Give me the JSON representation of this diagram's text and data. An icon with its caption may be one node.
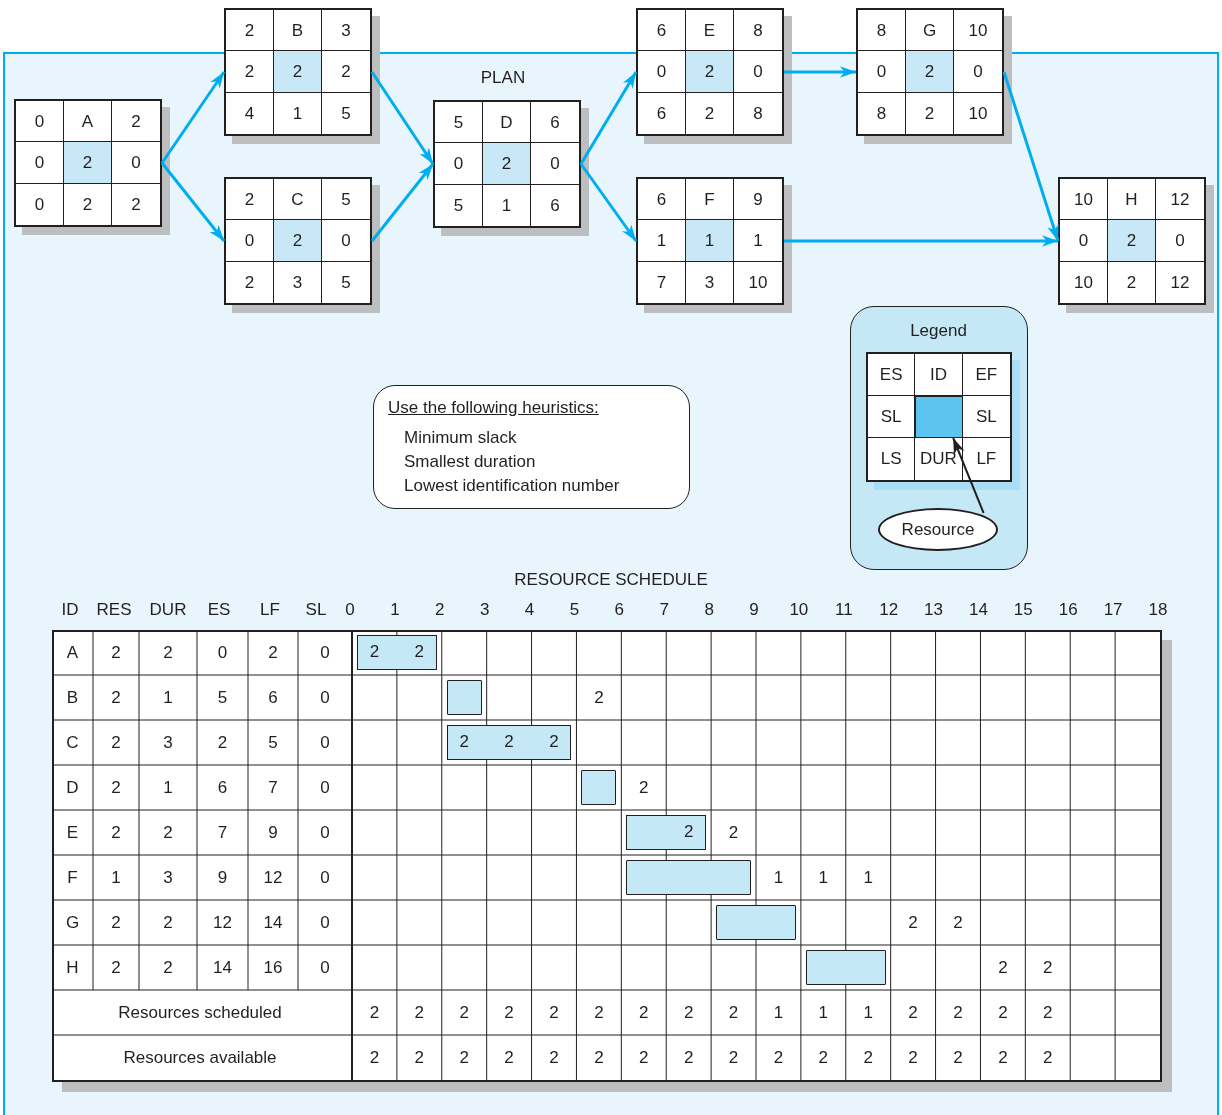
{
  "diagram": {
    "nodes": [
      {
        "text": [
          "0",
          "A",
          "2",
          "0",
          "2",
          "0",
          "0",
          "2",
          "2"
        ]
      },
      {
        "text": [
          "2",
          "B",
          "3",
          "2",
          "2",
          "2",
          "4",
          "1",
          "5"
        ]
      },
      {
        "text": [
          "2",
          "C",
          "5",
          "0",
          "2",
          "0",
          "2",
          "3",
          "5"
        ]
      },
      {
        "text": [
          "5",
          "D",
          "6",
          "0",
          "2",
          "0",
          "5",
          "1",
          "6"
        ]
      },
      {
        "text": [
          "6",
          "E",
          "8",
          "0",
          "2",
          "0",
          "6",
          "2",
          "8"
        ]
      },
      {
        "text": [
          "6",
          "F",
          "9",
          "1",
          "1",
          "1",
          "7",
          "3",
          "10"
        ]
      },
      {
        "text": [
          "8",
          "G",
          "10",
          "0",
          "2",
          "0",
          "8",
          "2",
          "10"
        ]
      },
      {
        "text": [
          "10",
          "H",
          "12",
          "0",
          "2",
          "0",
          "10",
          "2",
          "12"
        ]
      },
      {
        "text": [
          "Use the following heuristics:",
          "Minimum slack",
          "Smallest duration",
          "Lowest identification number"
        ]
      },
      {
        "text": [
          "Legend"
        ]
      },
      {
        "text": [
          "ES",
          "ID",
          "EF",
          "SL",
          "SL",
          "LS",
          "DUR",
          "LF"
        ],
        "in": 9
      },
      {
        "text": [],
        "shape": "box",
        "in": 10
      },
      {
        "text": [
          "Resource"
        ],
        "in": 9
      },
      {
        "text": [
          "2",
          "2"
        ]
      },
      {
        "text": [],
        "shape": "bar"
      },
      {
        "text": [
          "2",
          "2",
          "2"
        ]
      },
      {
        "text": [],
        "shape": "bar"
      },
      {
        "text": [
          "2"
        ]
      },
      {
        "text": [],
        "shape": "bar"
      },
      {
        "text": [],
        "shape": "bar"
      },
      {
        "text": [],
        "shape": "bar"
      }
    ],
    "edges": [
      {
        "from": 0,
        "to": 1,
        "arrow": "to"
      },
      {
        "from": 0,
        "to": 2,
        "arrow": "to"
      },
      {
        "from": 1,
        "to": 3,
        "arrow": "to"
      },
      {
        "from": 2,
        "to": 3,
        "arrow": "to"
      },
      {
        "from": 3,
        "to": 4,
        "arrow": "to"
      },
      {
        "from": 3,
        "to": 5,
        "arrow": "to"
      },
      {
        "from": 4,
        "to": 6,
        "arrow": "to"
      },
      {
        "from": 6,
        "to": 7,
        "arrow": "to"
      },
      {
        "from": 5,
        "to": 7,
        "arrow": "to"
      },
      {
        "from": 12,
        "to": 11,
        "arrow": "to",
        "color": "#231f20"
      }
    ],
    "labels": [
      "PLAN",
      "RESOURCE SCHEDULE",
      "ID",
      "RES",
      "DUR",
      "ES",
      "LF",
      "SL",
      "0",
      "1",
      "2",
      "3",
      "4",
      "5",
      "6",
      "7",
      "8",
      "9",
      "10",
      "11",
      "12",
      "13",
      "14",
      "15",
      "16",
      "17",
      "18",
      "A",
      "2",
      "2",
      "0",
      "2",
      "0",
      "B",
      "2",
      "1",
      "5",
      "6",
      "0",
      "2",
      "C",
      "2",
      "3",
      "2",
      "5",
      "0",
      "D",
      "2",
      "1",
      "6",
      "7",
      "0",
      "2",
      "E",
      "2",
      "2",
      "7",
      "9",
      "0",
      "2",
      "F",
      "1",
      "3",
      "9",
      "12",
      "0",
      "1",
      "1",
      "1",
      "G",
      "2",
      "2",
      "12",
      "14",
      "0",
      "2",
      "2",
      "H",
      "2",
      "2",
      "14",
      "16",
      "0",
      "2",
      "2",
      "Resources scheduled",
      "2",
      "2",
      "2",
      "2",
      "2",
      "2",
      "2",
      "2",
      "2",
      "1",
      "1",
      "1",
      "2",
      "2",
      "2",
      "2",
      "Resources available",
      "2",
      "2",
      "2",
      "2",
      "2",
      "2",
      "2",
      "2",
      "2",
      "2",
      "2",
      "2",
      "2",
      "2",
      "2",
      "2"
    ]
  }
}
